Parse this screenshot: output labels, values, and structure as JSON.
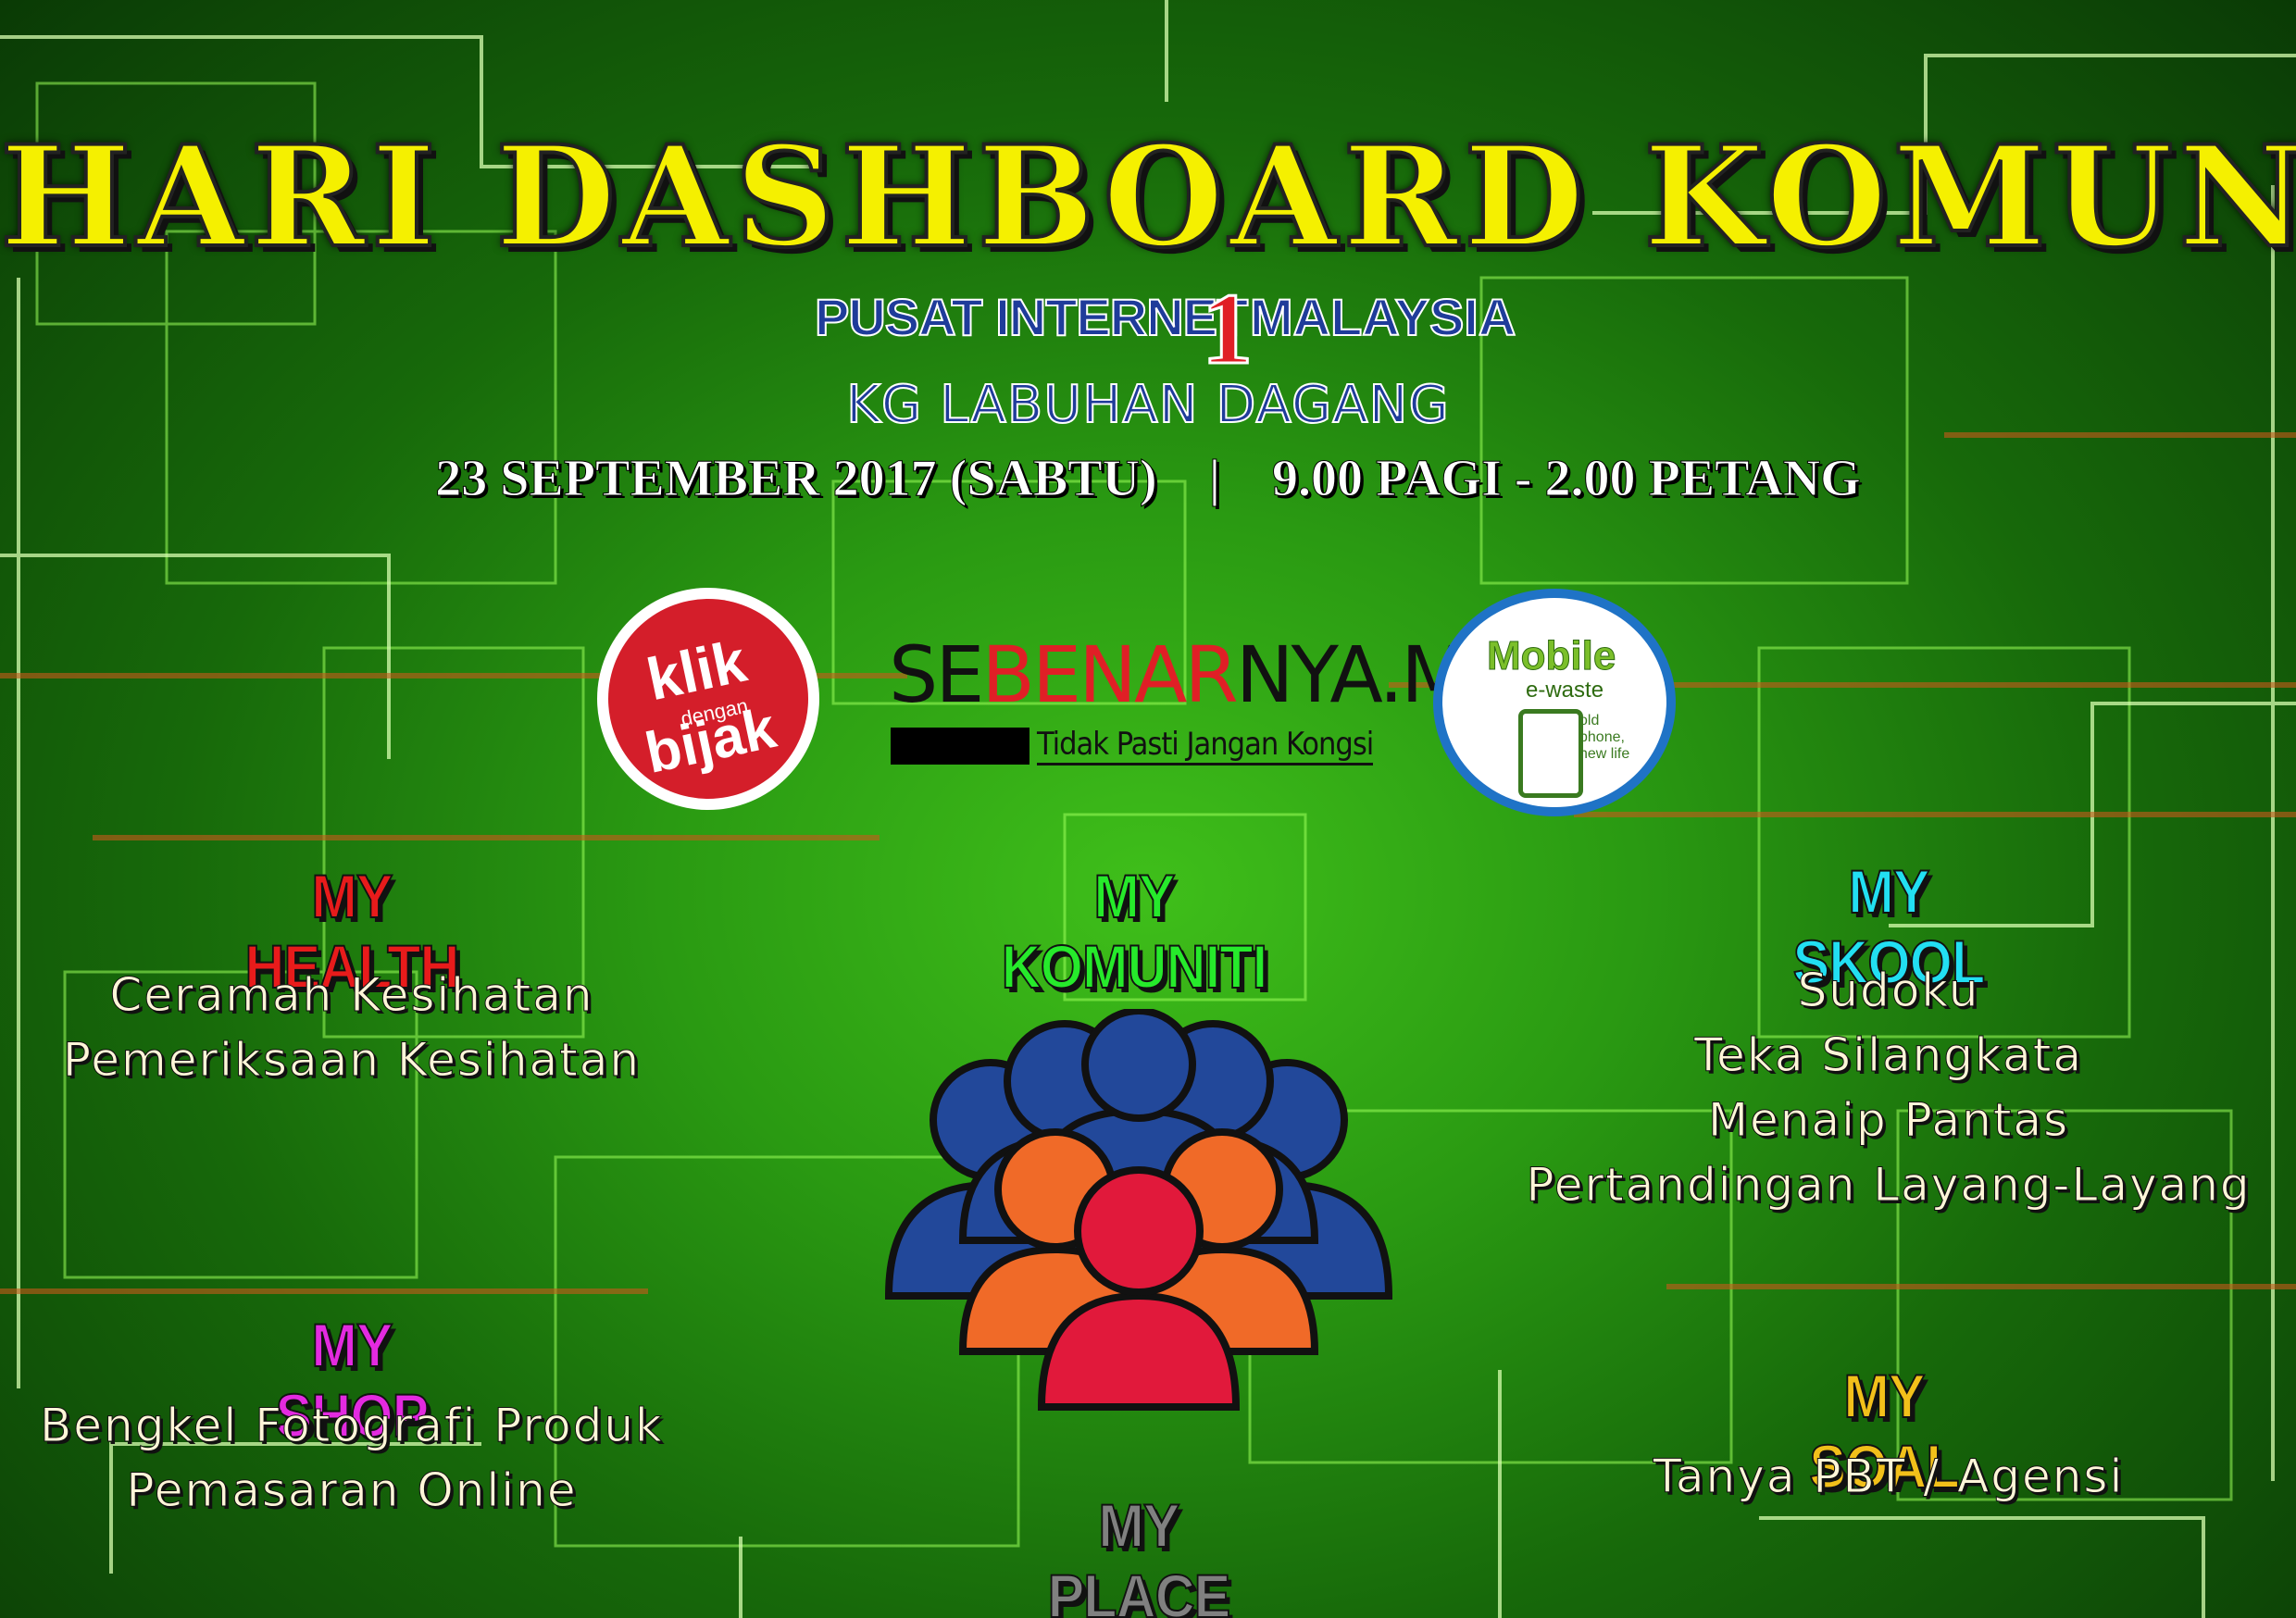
{
  "title": "HARI DASHBOARD KOMUNITI",
  "brand": {
    "left": "PUSAT INTERNET",
    "number": "1",
    "right": "MALAYSIA"
  },
  "location": "KG LABUHAN DAGANG",
  "date_line": "23 SEPTEMBER 2017 (SABTU)    |    9.00 PAGI - 2.00 PETANG",
  "logos": {
    "klik": {
      "word": "klik",
      "small": "dengan",
      "bijak": "bijak"
    },
    "sebenarnya": {
      "part1": "SE",
      "part2": "BENAR",
      "part3": "NYA.MY",
      "tagline": "Tidak Pasti Jangan Kongsi"
    },
    "mobile": {
      "word": "Mobile",
      "sub": "e-waste",
      "tag": "old phone, new life"
    }
  },
  "sections": {
    "health": {
      "title": "MY HEALTH",
      "items": [
        "Ceramah Kesihatan",
        "Pemeriksaan Kesihatan"
      ]
    },
    "komuniti": {
      "title": "MY KOMUNITI"
    },
    "skool": {
      "title": "MY SKOOL",
      "items": [
        "Sudoku",
        "Teka Silangkata",
        "Menaip Pantas",
        "Pertandingan Layang-Layang"
      ]
    },
    "shop": {
      "title": "MY SHOP",
      "items": [
        "Bengkel Fotografi Produk",
        "Pemasaran Online"
      ]
    },
    "soal": {
      "title": "MY SOAL",
      "items": [
        "Tanya PBT / Agensi"
      ]
    },
    "place": {
      "title": "MY PLACE"
    }
  },
  "colors": {
    "title": "#f5f000",
    "brand_blue": "#1f3c9a",
    "health": "#e81b1b",
    "komuniti": "#26ea2b",
    "skool": "#22dff2",
    "shop": "#e32ae0",
    "soal": "#f2c01a",
    "place": "#808080"
  }
}
